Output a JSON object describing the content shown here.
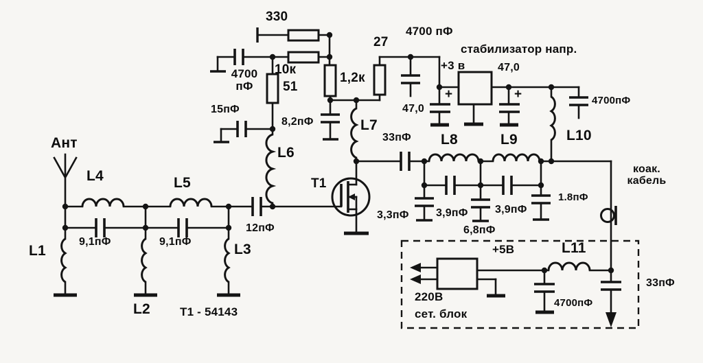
{
  "diagram": {
    "type": "schematic",
    "description": "RF amplifier circuit: antenna input LC filter, MOSFET stage T1, bandpass coupling filter, voltage stabilizer and mains power unit feeding coaxial cable output",
    "labels": {
      "antenna": "Ант",
      "l1": "L1",
      "l2": "L2",
      "l3": "L3",
      "l4": "L4",
      "l5": "L5",
      "l6": "L6",
      "l7": "L7",
      "l8": "L8",
      "l9": "L9",
      "l10": "L10",
      "l11": "L11",
      "cap_9p1_a": "9,1пФ",
      "cap_9p1_b": "9,1пФ",
      "cap_12": "12пФ",
      "transistor": "Т1",
      "transistor_note": "Т1 - 54143",
      "res_330": "330",
      "res_10k": "10к",
      "res_51": "51",
      "res_1k2": "1,2к",
      "res_27": "27",
      "cap_4700_input": "4700\nпФ",
      "cap_15": "15пФ",
      "cap_8p2": "8,2пФ",
      "cap_4700_rail": "4700 пФ",
      "plus3v": "+3 в",
      "stabilizer": "стабилизатор напр.",
      "cap_47_left": "47,0",
      "cap_47_right": "47,0",
      "plus_left": "+",
      "plus_right": "+",
      "cap_33_coupling": "33пФ",
      "cap_4700_output": "4700пФ",
      "coax": "коак.\nкабель",
      "cap_3p3": "3,3пФ",
      "cap_3p9_a": "3,9пФ",
      "cap_3p9_b": "3,9пФ",
      "cap_6p8": "6,8пФ",
      "cap_1p8": "1.8пФ",
      "plus5v": "+5В",
      "mains": "220В",
      "psu": "сет. блок",
      "cap_4700_psu": "4700пФ",
      "cap_33_output": "33пФ"
    }
  }
}
